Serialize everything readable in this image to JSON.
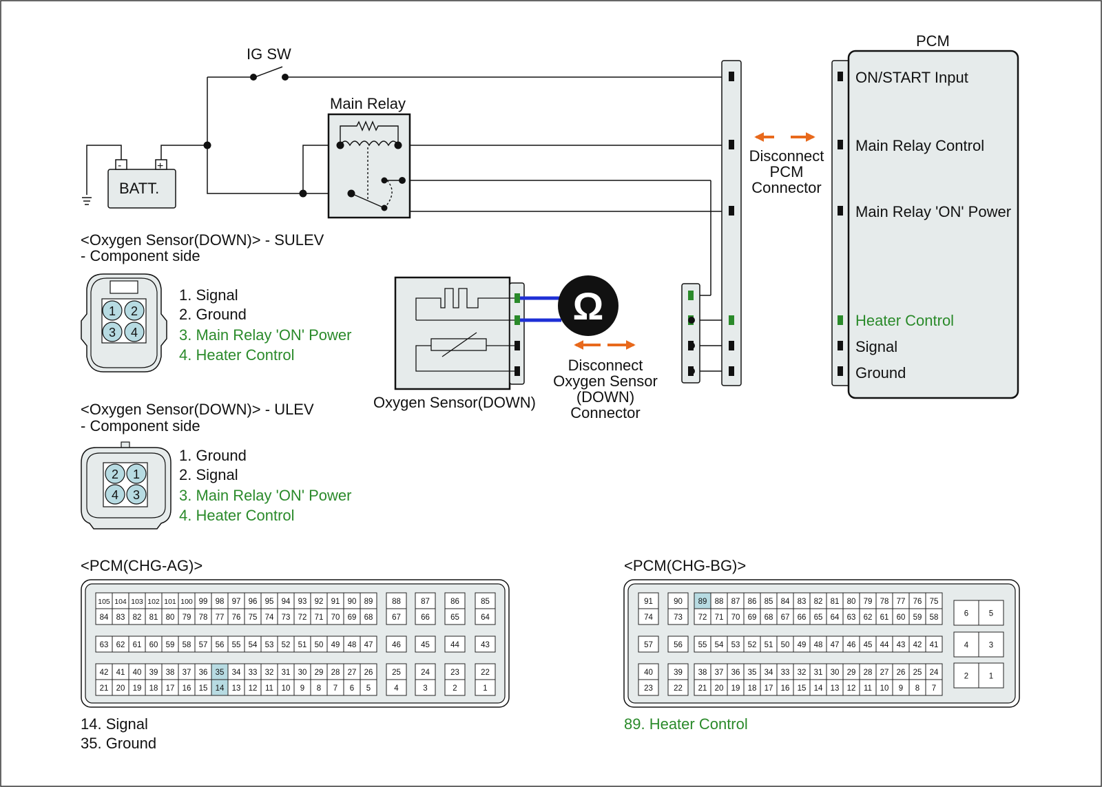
{
  "colors": {
    "accent_green": "#2a8a2a",
    "highlight_cell": "#b7dbe2",
    "arrow_orange": "#e8691c",
    "measure_lead_blue": "#1e2fd6",
    "component_fill": "#e6ebeb"
  },
  "icons": {
    "ohmmeter": "ohm-meter-icon",
    "ground": "ground-icon",
    "switch": "switch-icon"
  },
  "diagram": {
    "ig_sw": "IG SW",
    "main_relay": "Main Relay",
    "battery": "BATT.",
    "batt_minus": "-",
    "batt_plus": "+",
    "pcm_title": "PCM",
    "pcm_pins": [
      {
        "label": "ON/START Input",
        "green": false
      },
      {
        "label": "Main Relay Control",
        "green": false
      },
      {
        "label": "Main Relay 'ON' Power",
        "green": false
      },
      {
        "label": "Heater Control",
        "green": true
      },
      {
        "label": "Signal",
        "green": false
      },
      {
        "label": "Ground",
        "green": false
      }
    ],
    "disconnect_pcm": [
      "Disconnect",
      "PCM",
      "Connector"
    ],
    "sensor_name": "Oxygen Sensor(DOWN)",
    "disconnect_sensor": [
      "Disconnect",
      "Oxygen Sensor",
      "(DOWN)",
      "Connector"
    ],
    "ohm_symbol": "Ω"
  },
  "sulev": {
    "title": "<Oxygen Sensor(DOWN)> - SULEV",
    "subtitle": "- Component side",
    "pins": [
      {
        "label": "1. Signal",
        "green": false
      },
      {
        "label": "2. Ground",
        "green": false
      },
      {
        "label": "3. Main Relay 'ON' Power",
        "green": true
      },
      {
        "label": "4. Heater Control",
        "green": true
      }
    ],
    "pin_numbers": [
      "1",
      "2",
      "3",
      "4"
    ]
  },
  "ulev": {
    "title": "<Oxygen Sensor(DOWN)> - ULEV",
    "subtitle": "- Component side",
    "pins": [
      {
        "label": "1. Ground",
        "green": false
      },
      {
        "label": "2. Signal",
        "green": false
      },
      {
        "label": "3. Main Relay 'ON' Power",
        "green": true
      },
      {
        "label": "4. Heater Control",
        "green": true
      }
    ],
    "pin_numbers": [
      "2",
      "1",
      "4",
      "3"
    ]
  },
  "pcm_ag": {
    "title": "<PCM(CHG-AG)>",
    "main_rows": [
      [
        "105",
        "104",
        "103",
        "102",
        "101",
        "100",
        "99",
        "98",
        "97",
        "96",
        "95",
        "94",
        "93",
        "92",
        "91",
        "90",
        "89"
      ],
      [
        "84",
        "83",
        "82",
        "81",
        "80",
        "79",
        "78",
        "77",
        "76",
        "75",
        "74",
        "73",
        "72",
        "71",
        "70",
        "69",
        "68"
      ],
      [
        "63",
        "62",
        "61",
        "60",
        "59",
        "58",
        "57",
        "56",
        "55",
        "54",
        "53",
        "52",
        "51",
        "50",
        "49",
        "48",
        "47"
      ],
      [
        "42",
        "41",
        "40",
        "39",
        "38",
        "37",
        "36",
        "35",
        "34",
        "33",
        "32",
        "31",
        "30",
        "29",
        "28",
        "27",
        "26"
      ],
      [
        "21",
        "20",
        "19",
        "18",
        "17",
        "16",
        "15",
        "14",
        "13",
        "12",
        "11",
        "10",
        "9",
        "8",
        "7",
        "6",
        "5"
      ]
    ],
    "side_cols": [
      [
        "88",
        "67",
        "46",
        "25",
        "4"
      ],
      [
        "87",
        "66",
        "45",
        "24",
        "3"
      ],
      [
        "86",
        "65",
        "44",
        "23",
        "2"
      ],
      [
        "85",
        "64",
        "43",
        "22",
        "1"
      ]
    ],
    "highlight": [
      "35",
      "14"
    ],
    "notes": [
      {
        "label": "14. Signal",
        "green": false
      },
      {
        "label": "35. Ground",
        "green": false
      }
    ]
  },
  "pcm_bg": {
    "title": "<PCM(CHG-BG)>",
    "col1": [
      "91",
      "74",
      "57",
      "40",
      "23"
    ],
    "col2": [
      "90",
      "73",
      "56",
      "39",
      "22"
    ],
    "main_rows": [
      [
        "89",
        "88",
        "87",
        "86",
        "85",
        "84",
        "83",
        "82",
        "81",
        "80",
        "79",
        "78",
        "77",
        "76",
        "75"
      ],
      [
        "72",
        "71",
        "70",
        "69",
        "68",
        "67",
        "66",
        "65",
        "64",
        "63",
        "62",
        "61",
        "60",
        "59",
        "58"
      ],
      [
        "55",
        "54",
        "53",
        "52",
        "51",
        "50",
        "49",
        "48",
        "47",
        "46",
        "45",
        "44",
        "43",
        "42",
        "41"
      ],
      [
        "38",
        "37",
        "36",
        "35",
        "34",
        "33",
        "32",
        "31",
        "30",
        "29",
        "28",
        "27",
        "26",
        "25",
        "24"
      ],
      [
        "21",
        "20",
        "19",
        "18",
        "17",
        "16",
        "15",
        "14",
        "13",
        "12",
        "11",
        "10",
        "9",
        "8",
        "7"
      ]
    ],
    "right_pairs": [
      [
        "6",
        "5"
      ],
      [
        "4",
        "3"
      ],
      [
        "2",
        "1"
      ]
    ],
    "highlight": [
      "89"
    ],
    "notes": [
      {
        "label": "89. Heater Control",
        "green": true
      }
    ]
  }
}
